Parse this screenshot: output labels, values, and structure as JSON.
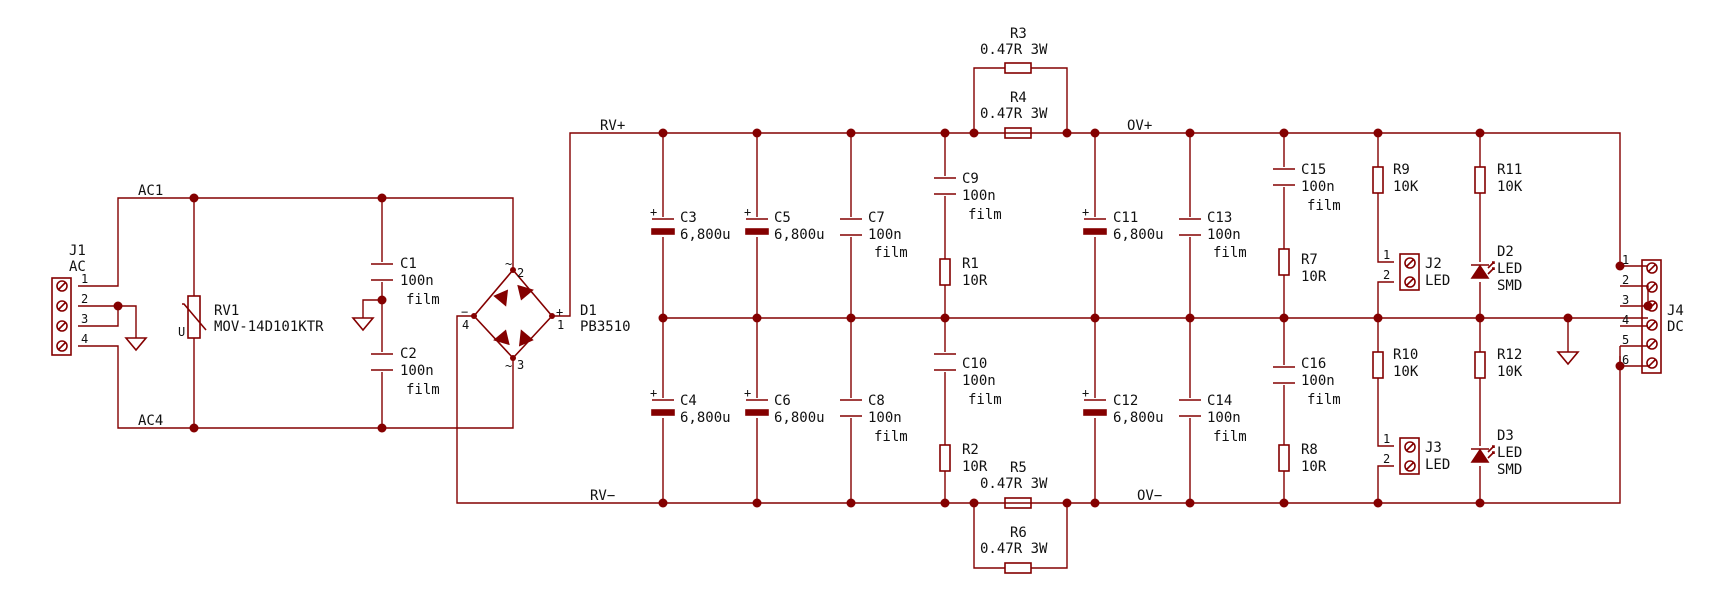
{
  "components": {
    "J1": {
      "ref": "J1",
      "value": "AC",
      "pins": [
        "1",
        "2",
        "3",
        "4"
      ]
    },
    "J2": {
      "ref": "J2",
      "value": "LED",
      "pins": [
        "1",
        "2"
      ]
    },
    "J3": {
      "ref": "J3",
      "value": "LED",
      "pins": [
        "1",
        "2"
      ]
    },
    "J4": {
      "ref": "J4",
      "value": "DC",
      "pins": [
        "1",
        "2",
        "3",
        "4",
        "5",
        "6"
      ]
    },
    "RV1": {
      "ref": "RV1",
      "value": "MOV-14D101KTR",
      "extra": "U"
    },
    "C1": {
      "ref": "C1",
      "value": "100n",
      "note": "film"
    },
    "C2": {
      "ref": "C2",
      "value": "100n",
      "note": "film"
    },
    "D1": {
      "ref": "D1",
      "value": "PB3510",
      "pins": [
        "1",
        "2",
        "3",
        "4"
      ],
      "pin_signs": [
        "+",
        "~",
        "~",
        "−"
      ]
    },
    "C3": {
      "ref": "C3",
      "value": "6,800u"
    },
    "C4": {
      "ref": "C4",
      "value": "6,800u"
    },
    "C5": {
      "ref": "C5",
      "value": "6,800u"
    },
    "C6": {
      "ref": "C6",
      "value": "6,800u"
    },
    "C7": {
      "ref": "C7",
      "value": "100n",
      "note": "film"
    },
    "C8": {
      "ref": "C8",
      "value": "100n",
      "note": "film"
    },
    "C9": {
      "ref": "C9",
      "value": "100n",
      "note": "film"
    },
    "C10": {
      "ref": "C10",
      "value": "100n",
      "note": "film"
    },
    "R1": {
      "ref": "R1",
      "value": "10R"
    },
    "R2": {
      "ref": "R2",
      "value": "10R"
    },
    "R3": {
      "ref": "R3",
      "value": "0.47R 3W"
    },
    "R4": {
      "ref": "R4",
      "value": "0.47R 3W"
    },
    "R5": {
      "ref": "R5",
      "value": "0.47R 3W"
    },
    "R6": {
      "ref": "R6",
      "value": "0.47R 3W"
    },
    "C11": {
      "ref": "C11",
      "value": "6,800u"
    },
    "C12": {
      "ref": "C12",
      "value": "6,800u"
    },
    "C13": {
      "ref": "C13",
      "value": "100n",
      "note": "film"
    },
    "C14": {
      "ref": "C14",
      "value": "100n",
      "note": "film"
    },
    "C15": {
      "ref": "C15",
      "value": "100n",
      "note": "film"
    },
    "C16": {
      "ref": "C16",
      "value": "100n",
      "note": "film"
    },
    "R7": {
      "ref": "R7",
      "value": "10R"
    },
    "R8": {
      "ref": "R8",
      "value": "10R"
    },
    "R9": {
      "ref": "R9",
      "value": "10K"
    },
    "R10": {
      "ref": "R10",
      "value": "10K"
    },
    "R11": {
      "ref": "R11",
      "value": "10K"
    },
    "R12": {
      "ref": "R12",
      "value": "10K"
    },
    "D2": {
      "ref": "D2",
      "value": "LED",
      "note": "SMD"
    },
    "D3": {
      "ref": "D3",
      "value": "LED",
      "note": "SMD"
    }
  },
  "nets": {
    "ac1": "AC1",
    "ac4": "AC4",
    "rv_plus": "RV+",
    "rv_minus": "RV−",
    "ov_plus": "OV+",
    "ov_minus": "OV−"
  },
  "colors": {
    "wire": "#840000",
    "text": "#111111",
    "background": "#ffffff"
  }
}
